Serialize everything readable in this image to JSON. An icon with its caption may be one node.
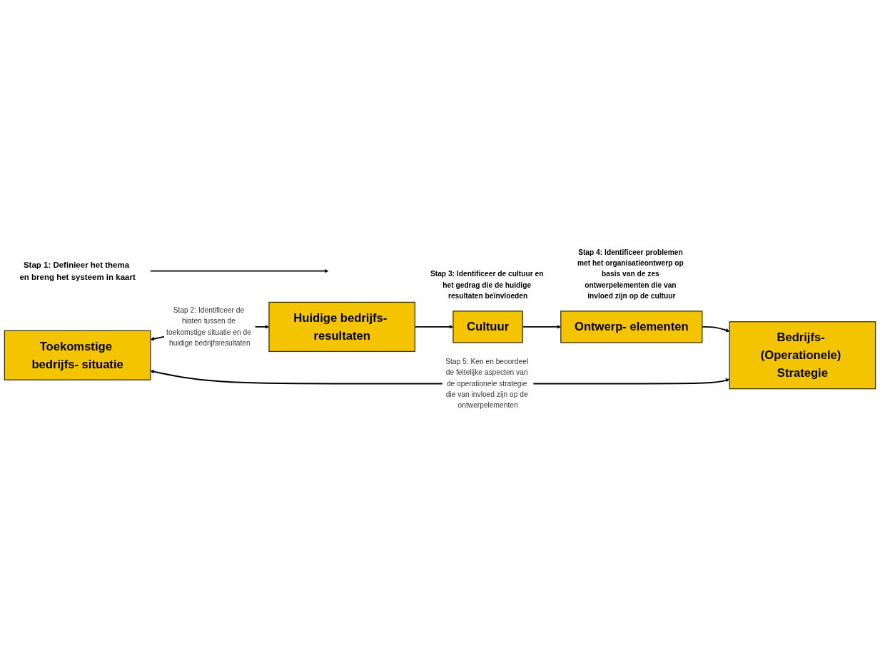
{
  "diagram": {
    "nodes": [
      {
        "text": [
          "Stap 1: Definieer het thema en breng het systeem in kaart"
        ]
      },
      {
        "text": [
          "Toekomstige bedrijfs- situatie"
        ]
      },
      {
        "text": [
          "Huidige bedrijfs- resultaten"
        ]
      },
      {
        "text": [
          "Cultuur"
        ],
        "beside": [
          "Stap 3: Identificeer de cultuur en het gedrag die de huidige resultaten beïnvloeden"
        ]
      },
      {
        "text": [
          "Ontwerp- elementen"
        ],
        "beside": [
          "Stap 4: Identificeer problemen met het organisatieontwerp op basis van de zes ontwerpelementen die van invloed zijn op de cultuur"
        ]
      },
      {
        "text": [
          "Bedrijfs- (Operationele) Strategie"
        ]
      }
    ],
    "edges": [
      {
        "from": 0,
        "to": null,
        "arrow": "to"
      },
      {
        "from": 1,
        "to": 2,
        "arrow": "both",
        "label": "Stap 2: Identificeer de hiaten tussen de toekomstige situatie en de huidige bedrijfsresultaten"
      },
      {
        "from": 2,
        "to": 3,
        "arrow": "to"
      },
      {
        "from": 3,
        "to": 4,
        "arrow": "to"
      },
      {
        "from": 4,
        "to": 5,
        "arrow": "to"
      },
      {
        "from": 5,
        "to": 1,
        "arrow": "both",
        "label": "Stap 5: Ken en beoordeel de feitelijke aspecten van de operationele strategie die van invloed zijn op de ontwerpelementen"
      }
    ]
  }
}
